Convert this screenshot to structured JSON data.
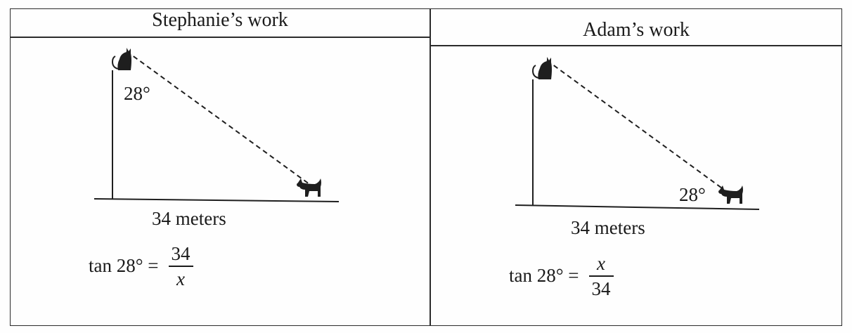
{
  "table": {
    "left_header": "Stephanie’s work",
    "right_header": "Adam’s work"
  },
  "stephanie": {
    "angle_label": "28°",
    "distance_label": "34 meters",
    "equation": {
      "lhs": "tan 28° =",
      "numerator": "34",
      "denominator": "x"
    },
    "icons": {
      "top": "cat-icon",
      "bottom": "dog-icon"
    }
  },
  "adam": {
    "angle_label": "28°",
    "distance_label": "34 meters",
    "equation": {
      "lhs": "tan 28° =",
      "numerator": "x",
      "denominator": "34"
    },
    "icons": {
      "top": "cat-icon",
      "bottom": "dog-icon"
    }
  }
}
